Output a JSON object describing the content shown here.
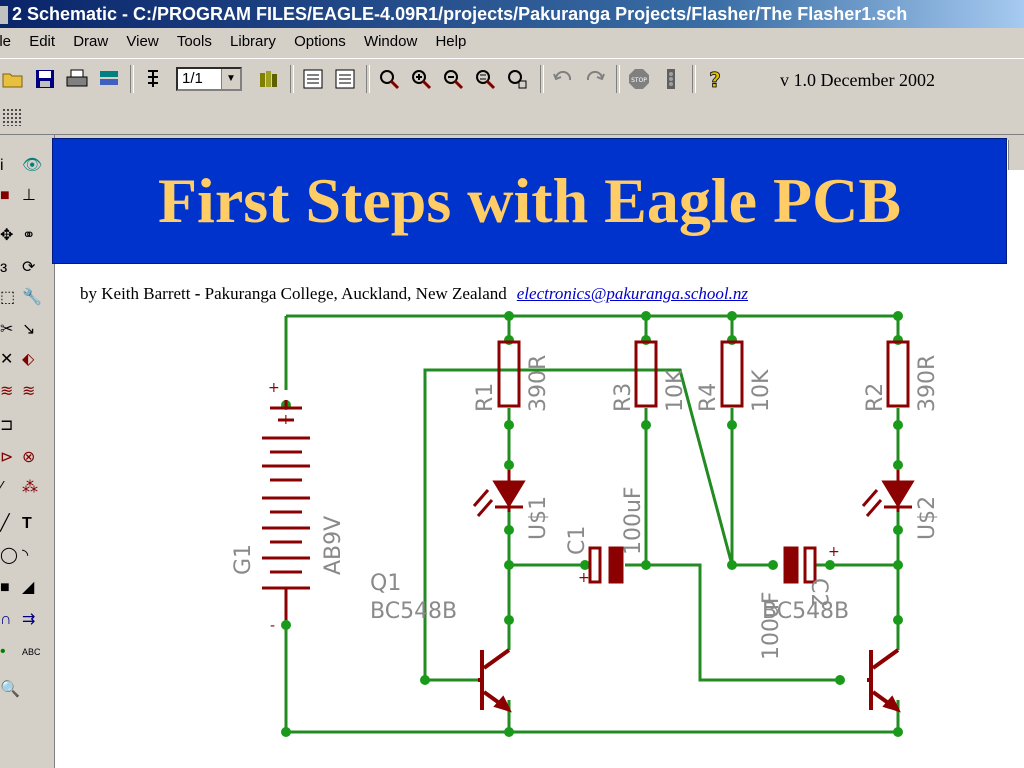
{
  "window": {
    "title": "2 Schematic - C:/PROGRAM FILES/EAGLE-4.09R1/projects/Pakuranga Projects/Flasher/The Flasher1.sch"
  },
  "menu": [
    "ile",
    "Edit",
    "Draw",
    "View",
    "Tools",
    "Library",
    "Options",
    "Window",
    "Help"
  ],
  "toolbar": {
    "sheet_value": "1/1",
    "icons": [
      "open-icon",
      "save-icon",
      "print-icon",
      "cam-icon",
      "layer-icon",
      "sheet-select",
      "use-library-icon",
      "script-icon",
      "ulp-icon",
      "zoom-fit-icon",
      "zoom-in-icon",
      "zoom-out-icon",
      "redraw-icon",
      "zoom-select-icon",
      "undo-icon",
      "redo-icon",
      "stop-icon",
      "go-icon",
      "help-icon"
    ]
  },
  "slide": {
    "version": "v 1.0 December 2002",
    "title": "First Steps with Eagle PCB",
    "byline_prefix": "by Keith Barrett",
    "byline_sep": " - ",
    "byline_rest": "Pakuranga College, Auckland, New Zealand",
    "email": "electronics@pakuranga.school.nz"
  },
  "schematic": {
    "colors": {
      "wire": "#228b22",
      "part": "#8b0000",
      "label": "#8a8a8a",
      "junction": "#1a9a1a"
    },
    "labels": {
      "r1": "R1",
      "r1v": "390R",
      "r3": "R3",
      "r3v": "10K",
      "r4": "R4",
      "r4v": "10K",
      "r2": "R2",
      "r2v": "390R",
      "us1": "U$1",
      "us2": "U$2",
      "c1": "C1",
      "c1v": "100uF",
      "c2": "C2",
      "c2v": "100uF",
      "g1": "G1",
      "g1v": "AB9V",
      "q1": "Q1",
      "q1v": "BC548B",
      "q2v": "BC548B"
    }
  }
}
